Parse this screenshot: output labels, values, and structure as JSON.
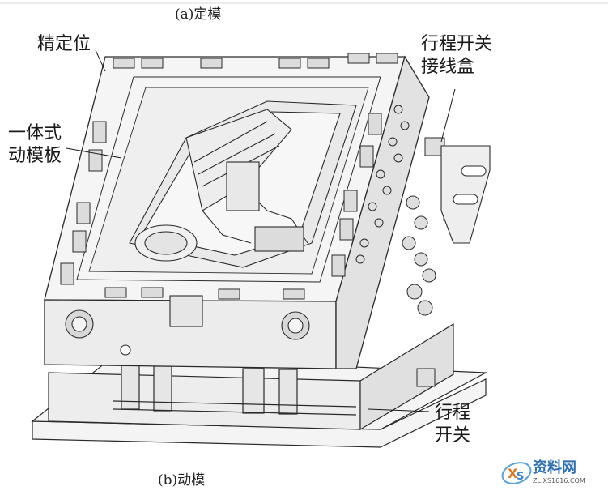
{
  "captions": {
    "top": "(a)定模",
    "bottom": "(b)动模"
  },
  "labels": {
    "precise_locator": "精定位",
    "integral_plate_line1": "一体式",
    "integral_plate_line2": "动模板",
    "switch_box_line1": "行程开关",
    "switch_box_line2": "接线盒",
    "travel_switch_line1": "行程",
    "travel_switch_line2": "开关"
  },
  "watermark": {
    "brand": "资料网",
    "url": "ZL.XS1616.COM"
  },
  "colors": {
    "line": "#2a2a2a",
    "fill": "#f2f2f2",
    "shade": "#d4d4d4"
  }
}
